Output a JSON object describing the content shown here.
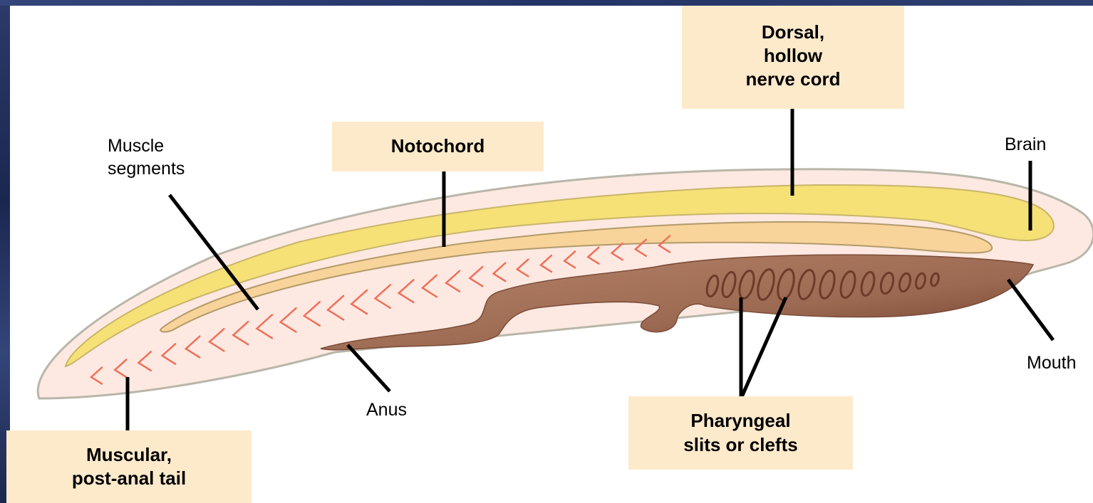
{
  "labels": {
    "dorsal_nerve_cord": "Dorsal,\nhollow\nnerve cord",
    "notochord": "Notochord",
    "muscle_segments": "Muscle\nsegments",
    "brain": "Brain",
    "mouth": "Mouth",
    "anus": "Anus",
    "pharyngeal_slits": "Pharyngeal\nslits or clefts",
    "post_anal_tail": "Muscular,\npost-anal tail"
  },
  "colors": {
    "label_box": "#fdeacb",
    "body_fill": "#fde9e1",
    "nerve_cord": "#f6e177",
    "notochord": "#f8d39a",
    "pharynx": "#a8745a",
    "muscle_segment": "#ef6f5a"
  }
}
